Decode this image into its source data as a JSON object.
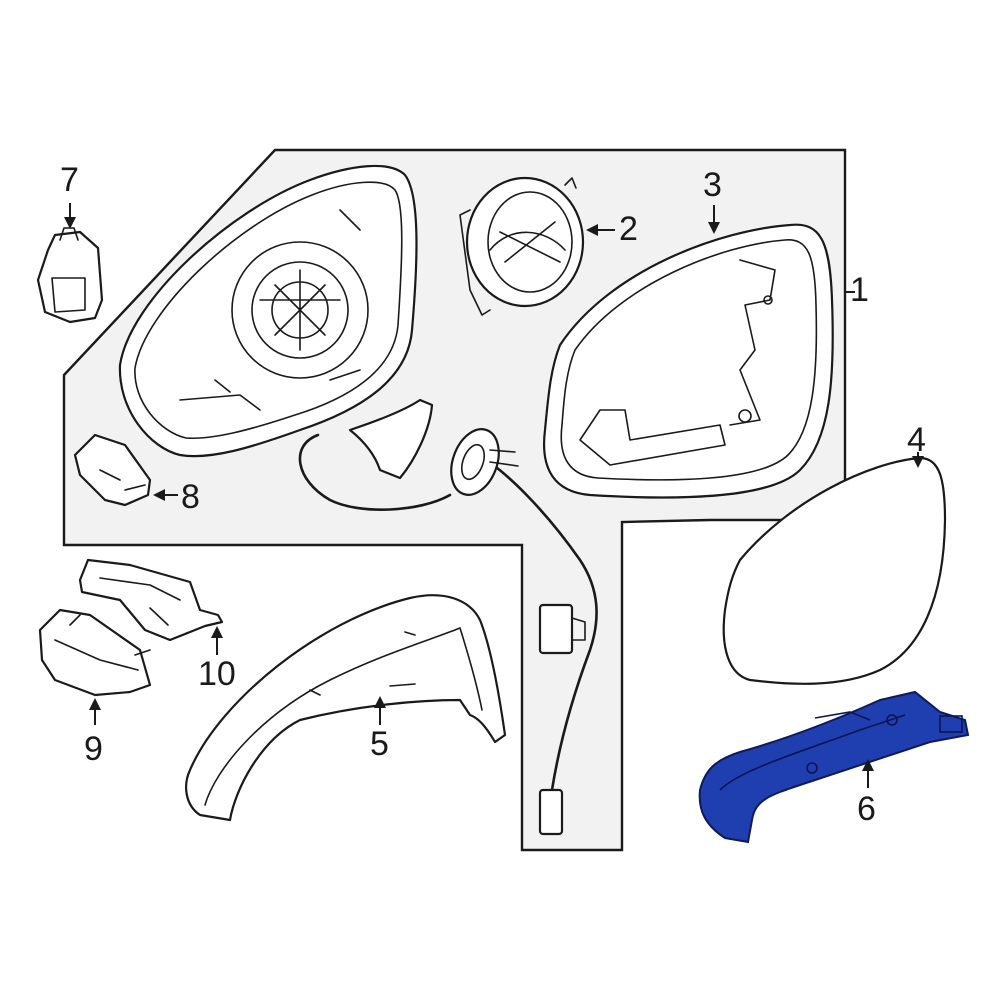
{
  "diagram": {
    "highlight_color": "#1f3fb0",
    "background_color": "#ffffff",
    "callouts": [
      {
        "id": "1",
        "label": "1"
      },
      {
        "id": "2",
        "label": "2"
      },
      {
        "id": "3",
        "label": "3"
      },
      {
        "id": "4",
        "label": "4"
      },
      {
        "id": "5",
        "label": "5"
      },
      {
        "id": "6",
        "label": "6"
      },
      {
        "id": "7",
        "label": "7"
      },
      {
        "id": "8",
        "label": "8"
      },
      {
        "id": "9",
        "label": "9"
      },
      {
        "id": "10",
        "label": "10"
      }
    ],
    "highlighted_part": "6"
  }
}
